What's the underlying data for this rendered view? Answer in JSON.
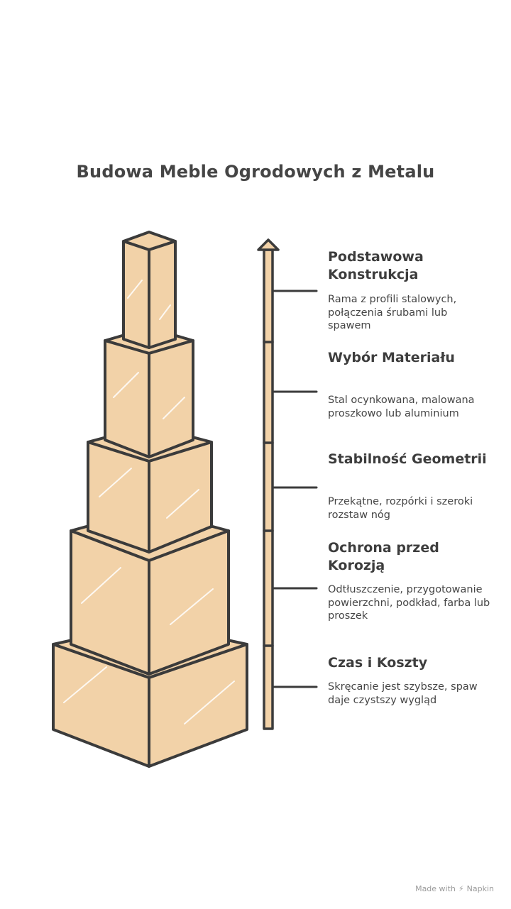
{
  "title": "Budowa Meble Ogrodowych z Metalu",
  "items": [
    {
      "title": "Podstawowa Konstrukcja",
      "desc": "Rama z profili stalowych, połączenia śrubami lub spawem"
    },
    {
      "title": "Wybór Materiału",
      "desc": "Stal ocynkowana, malowana proszkowo lub aluminium"
    },
    {
      "title": "Stabilność Geometrii",
      "desc": "Przekątne, rozpórki i szeroki rozstaw nóg"
    },
    {
      "title": "Ochrona przed Korozją",
      "desc": "Odtłuszczenie, przygotowanie powierzchni, podkład, farba lub proszek"
    },
    {
      "title": "Czas i Koszty",
      "desc": "Skręcanie jest szybsze, spaw daje czystszy wygląd"
    }
  ],
  "footer": {
    "made_with": "Made with",
    "brand": "Napkin"
  },
  "colors": {
    "block_fill": "#f2d2a8",
    "outline": "#3b3b3b",
    "arrow_fill": "#f2d2a8"
  }
}
